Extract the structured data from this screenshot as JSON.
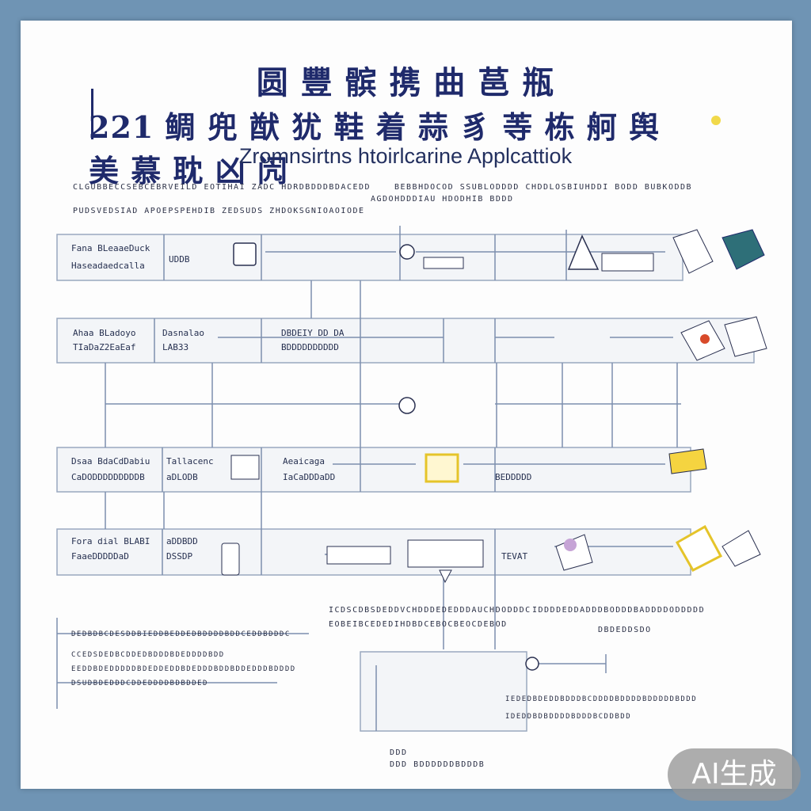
{
  "header": {
    "title_cn_1": "圆 豐 髌 携 曲 䓃 瓶",
    "title_cn_2": "221 鲷 兜 猷 犹 鞋 着 蒜 豸 䓁 栋 舸 舆 美 慕 耽 凶 闶",
    "title_en": "Zromnsirtns htoirlcarine Applcattiok"
  },
  "notes": {
    "top_left_1": "CLGUBBECCSEBCEBRVEILD EOTIHAI ZADC HDRDBDDDBDACEDD",
    "top_left_2": "PUDSVEDSIAD APOEPSPEHDIB ZEDSUDS ZHDOKSGNIOAOIODE",
    "top_right_1": "BEBBHDOCOD SSUBLODDDD CHDDLOSBIUHDDI BODD BUBKODDB",
    "top_right_2": "AGDOHDDDIAU HDODHIB BDDD",
    "mid_center_1": "ICDSCDBSDEDDVCHDDDEDEDDDAUCHDODDDC",
    "mid_center_2": "EOBEIBCEDEDIHDBDCEBOCBEOCDEBOD",
    "mid_right_1": "IDDDDEDDADDDBODDDBADDDDODDDDD",
    "mid_right_2": "DBDEDDSDO",
    "left_block_1": "DEDBDBCDESDDBIEDDBEDDEDBDDDDBDDCEDDBDDDC",
    "left_block_2": "CCEDSDEDBCDDEDBDDDBDEDDDDBDD",
    "left_block_3": "EEDDBDEDDDDDBDEDDEDDBDEDDDBDDBDDEDDDBDDDD",
    "left_block_4": "DSUDBDEDDDCDDEDDDDBDBDDED",
    "bottom_right_1": "IEDEDBDEDDBDDDBCDDDDBDDDDBDDDDDBDDD",
    "bottom_right_2": "IDEDDBDBDDDDBDDDBCDDBDD",
    "footer_1": "DDD",
    "footer_2": "DDD BDDDDDDBDDDB"
  },
  "lanes": [
    {
      "label_a": "Fana BLeaaeDuck",
      "label_b": "Haseadaedcalla",
      "cell": "UDDB"
    },
    {
      "label_a": "Ahaa BLadoyo",
      "label_b": "TIaDaZ2EaEaf",
      "cell_a": "Dasnalao",
      "cell_b": "LAB33",
      "cell_c": "DBDEIY DD DA",
      "cell_d": "BDDDDDDDDDD"
    },
    {
      "label_a": "Dsaa BdaCdDabiu",
      "label_b": "CaDODDDDDDDDDB",
      "cell_a": "Tallacenc",
      "cell_b": "aDLODB",
      "cell_c": "Aeaicaga",
      "cell_d": "IaCaDDDaDD",
      "cell_e": "BEDDDDD"
    },
    {
      "label_a": "Fora dial BLABI",
      "label_b": "FaaeDDDDDaD",
      "cell_a": "aDDBDD",
      "cell_b": "DSSDP",
      "cell_c": "TEVAT"
    }
  ],
  "badge": {
    "label": "AI生成"
  },
  "colors": {
    "ink": "#1f2a6b",
    "line": "#6a7fa0",
    "accent_yellow": "#e5c42a",
    "background": "#6f94b4"
  }
}
